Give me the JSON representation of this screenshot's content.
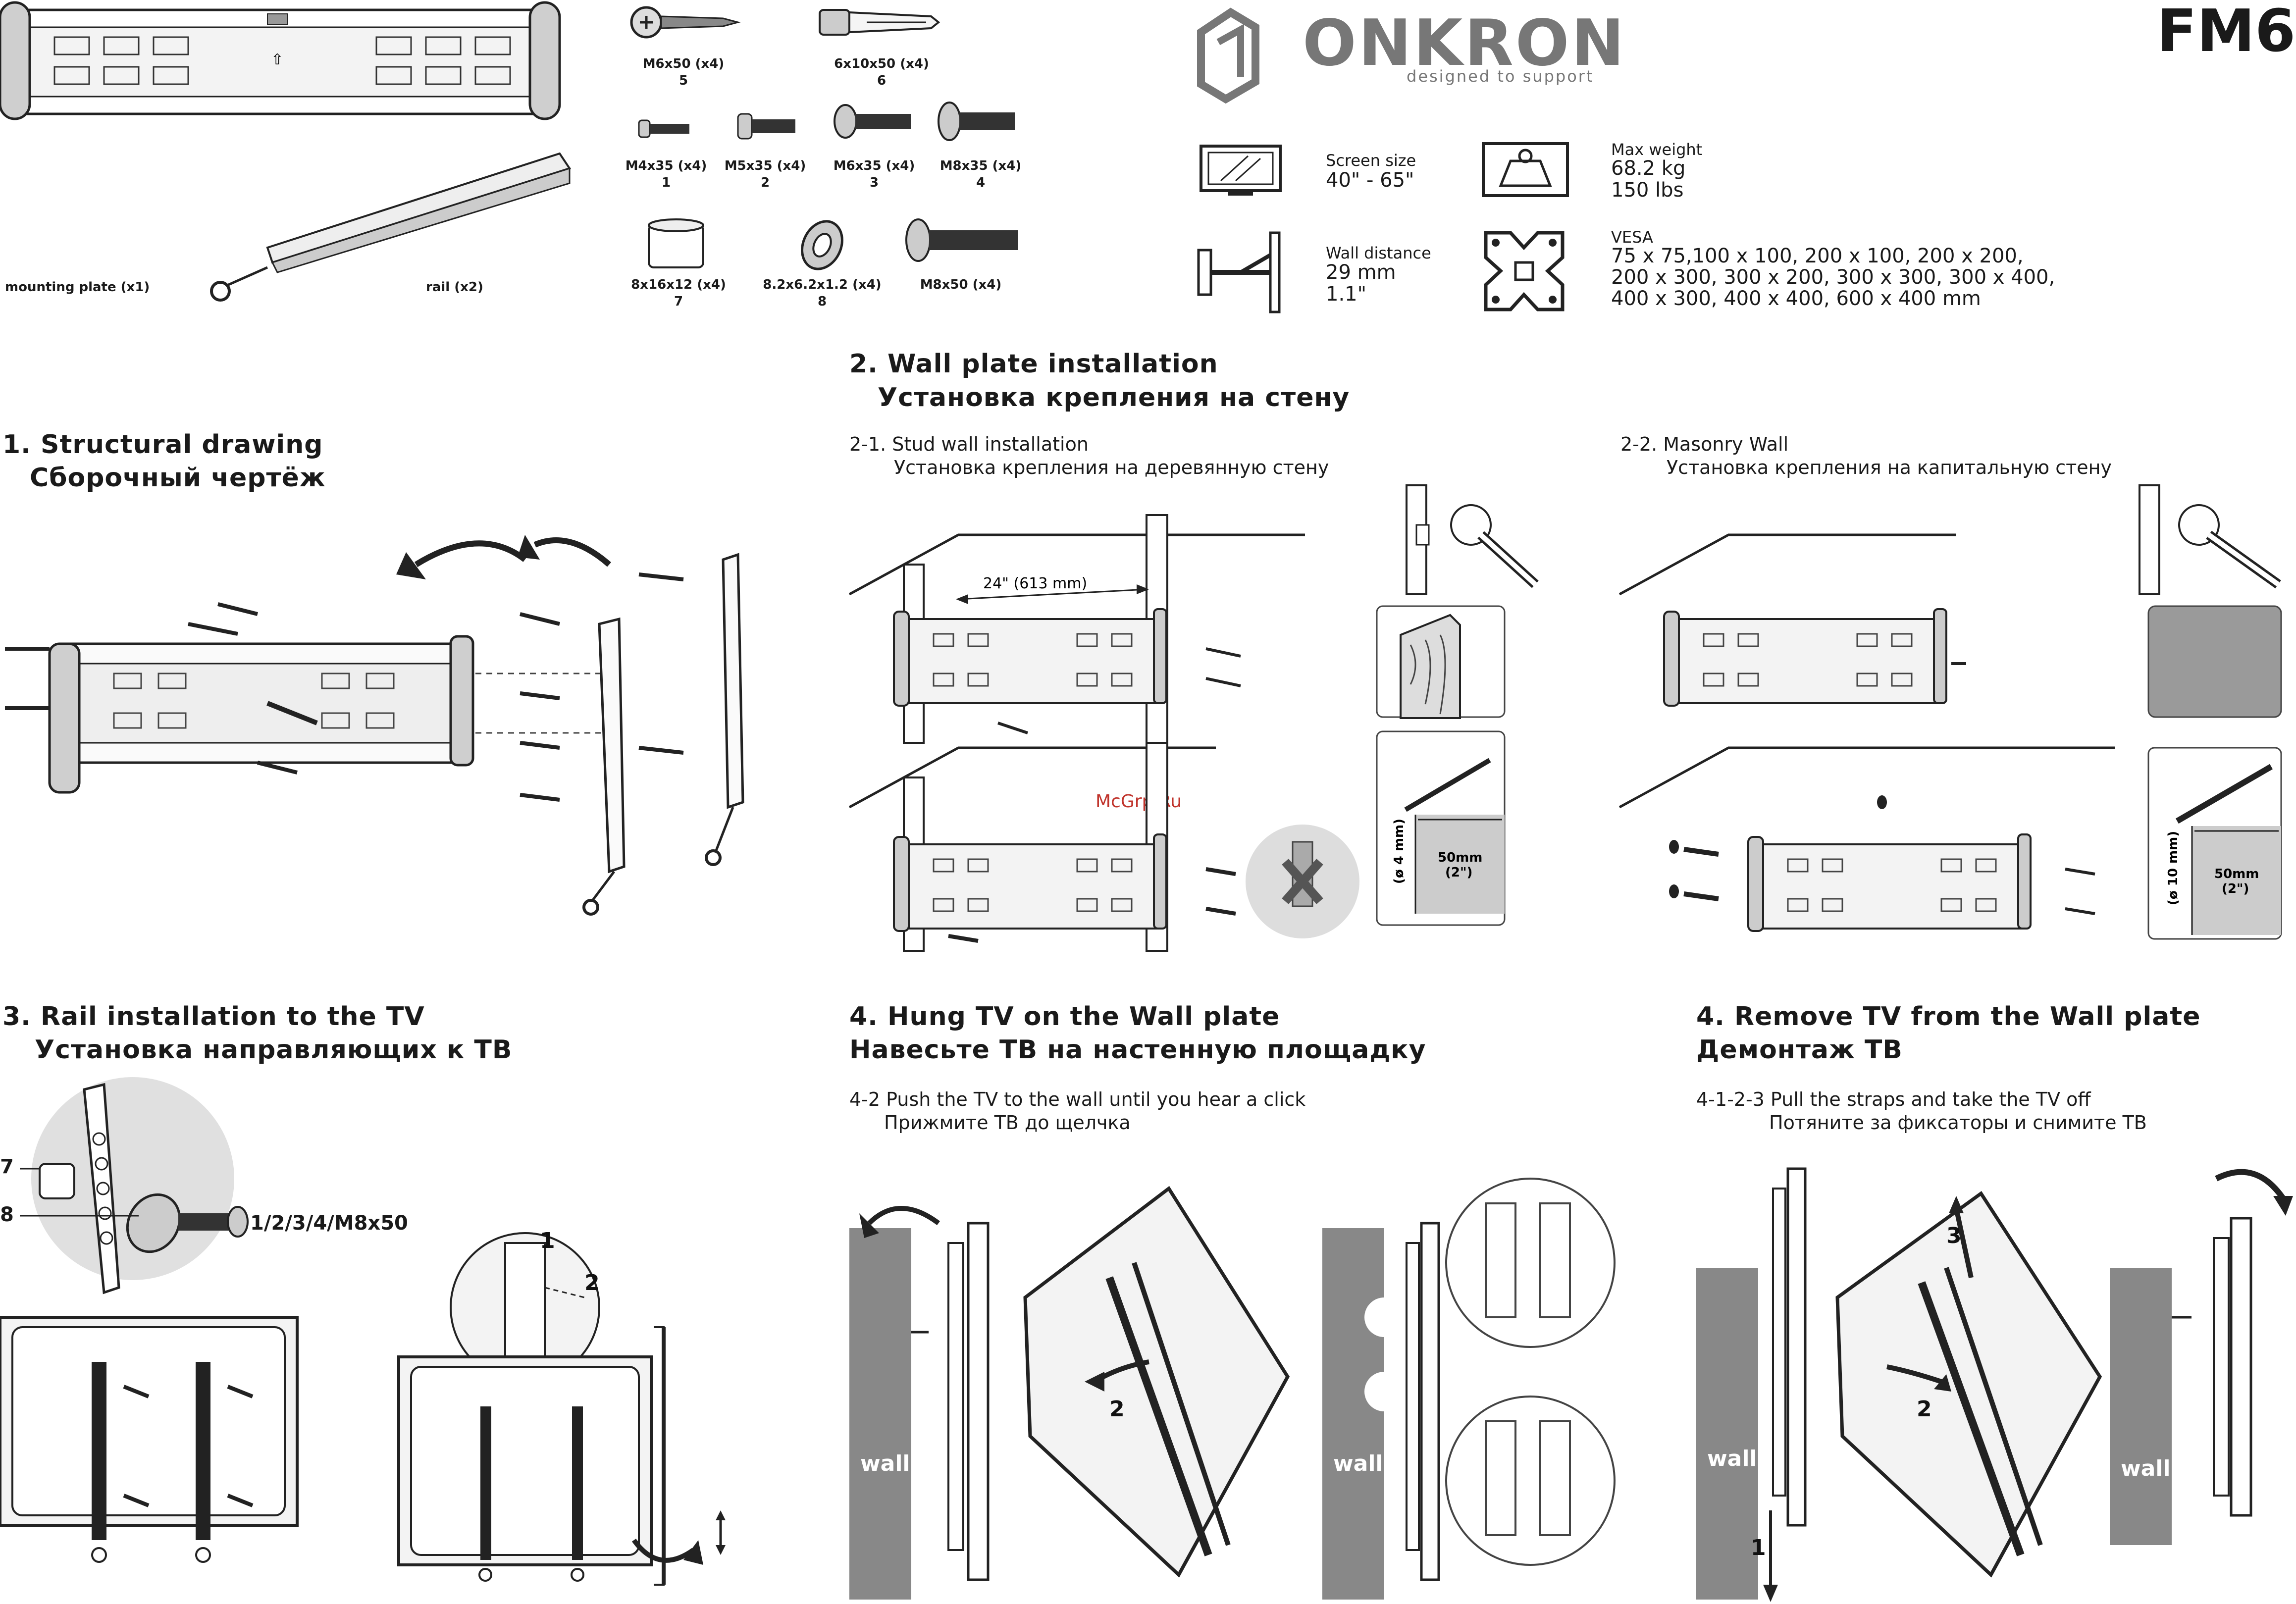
{
  "brand": {
    "name": "ONKRON",
    "tagline": "designed to support",
    "model": "FM6"
  },
  "parts": {
    "mounting_plate": "mounting plate (x1)",
    "rail": "rail (x2)",
    "screws": [
      {
        "spec": "M6x50 (x4)",
        "num": "5"
      },
      {
        "spec": "6x10x50 (x4)",
        "num": "6"
      },
      {
        "spec": "M4x35 (x4)",
        "num": "1"
      },
      {
        "spec": "M5x35 (x4)",
        "num": "2"
      },
      {
        "spec": "M6x35 (x4)",
        "num": "3"
      },
      {
        "spec": "M8x35 (x4)",
        "num": "4"
      },
      {
        "spec": "8x16x12 (x4)",
        "num": "7"
      },
      {
        "spec": "8.2x6.2x1.2 (x4)",
        "num": "8"
      },
      {
        "spec": "M8x50 (x4)",
        "num": ""
      }
    ]
  },
  "specs": {
    "screen_label": "Screen size",
    "screen_value": "40\" - 65\"",
    "weight_label": "Max weight",
    "weight_kg": "68.2 kg",
    "weight_lbs": "150 lbs",
    "distance_label": "Wall distance",
    "distance_mm": "29 mm",
    "distance_in": "1.1\"",
    "vesa_label": "VESA",
    "vesa_lines": [
      "75 x 75,100 x 100, 200 x 100, 200 x 200,",
      "200 x 300, 300 x 200, 300 x 300, 300 x 400,",
      "400 x 300, 400 x 400, 600 x 400 mm"
    ]
  },
  "sections": {
    "s1": {
      "en": "1. Structural drawing",
      "ru": "Сборочный чертёж"
    },
    "s2": {
      "en": "2. Wall plate installation",
      "ru": "Установка крепления на стену",
      "sub1_en": "2-1. Stud wall installation",
      "sub1_ru": "Установка крепления на деревянную стену",
      "sub2_en": "2-2. Masonry Wall",
      "sub2_ru": "Установка крепления на капитальную стену",
      "stud_spacing": "24\" (613 mm)",
      "drill_stud": "(ø 4 mm)",
      "drill_masonry": "(ø 10 mm)",
      "depth_mm": "50mm",
      "depth_in": "(2\")",
      "watermark": "McGrp.Ru"
    },
    "s3": {
      "en": "3. Rail installation to the TV",
      "ru": "Установка направляющих к ТВ",
      "label7": "7",
      "label8": "8",
      "screw_combo": "1/2/3/4/M8x50",
      "step1": "1",
      "step2": "2"
    },
    "s4a": {
      "en": "4. Hung TV on the Wall plate",
      "ru": "Навесьте ТВ на настенную площадку",
      "step_en": "4-2 Push the TV to the wall until you hear a click",
      "step_ru": "Прижмите ТВ до щелчка",
      "wall": "wall",
      "step2": "2"
    },
    "s4b": {
      "en": "4. Remove TV from the Wall plate",
      "ru": "Демонтаж ТВ",
      "step_en": "4-1-2-3 Pull the straps and take the TV off",
      "step_ru": "Потяните за фиксаторы и снимите ТВ",
      "wall": "wall",
      "step1": "1",
      "step2": "2",
      "step3": "3"
    }
  }
}
